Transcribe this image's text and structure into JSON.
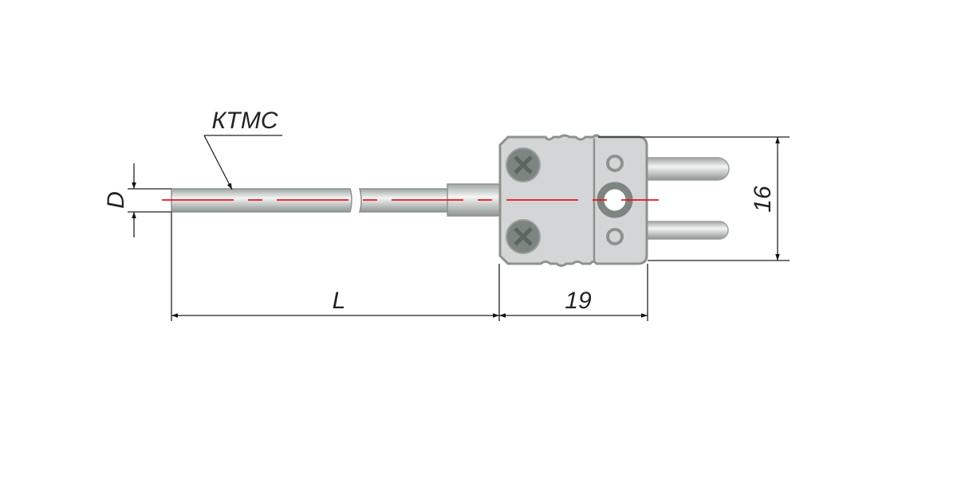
{
  "drawing": {
    "part_label": "КТМС",
    "dimensions": {
      "diameter": "D",
      "length": "L",
      "connector_length": "19",
      "connector_height": "16"
    }
  },
  "colors": {
    "centerline": "#e8141b",
    "body": "#d4d5d7",
    "body_edge": "#8c938e",
    "screw": "#7d8580"
  }
}
